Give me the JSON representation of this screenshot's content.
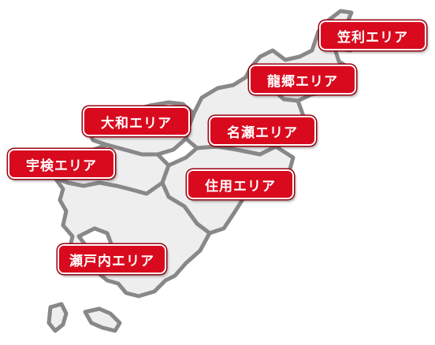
{
  "map": {
    "colors": {
      "land_fill": "#eeeeee",
      "border": "#888888",
      "label_background": "#d90a1e",
      "label_text": "#ffffff"
    },
    "areas": [
      {
        "id": "kasari",
        "label": "笠利エリア"
      },
      {
        "id": "tatsugo",
        "label": "龍郷エリア"
      },
      {
        "id": "yamato",
        "label": "大和エリア"
      },
      {
        "id": "nase",
        "label": "名瀬エリア"
      },
      {
        "id": "uken",
        "label": "宇検エリア"
      },
      {
        "id": "sumiyo",
        "label": "住用エリア"
      },
      {
        "id": "setouchi",
        "label": "瀬戸内エリア"
      }
    ]
  }
}
